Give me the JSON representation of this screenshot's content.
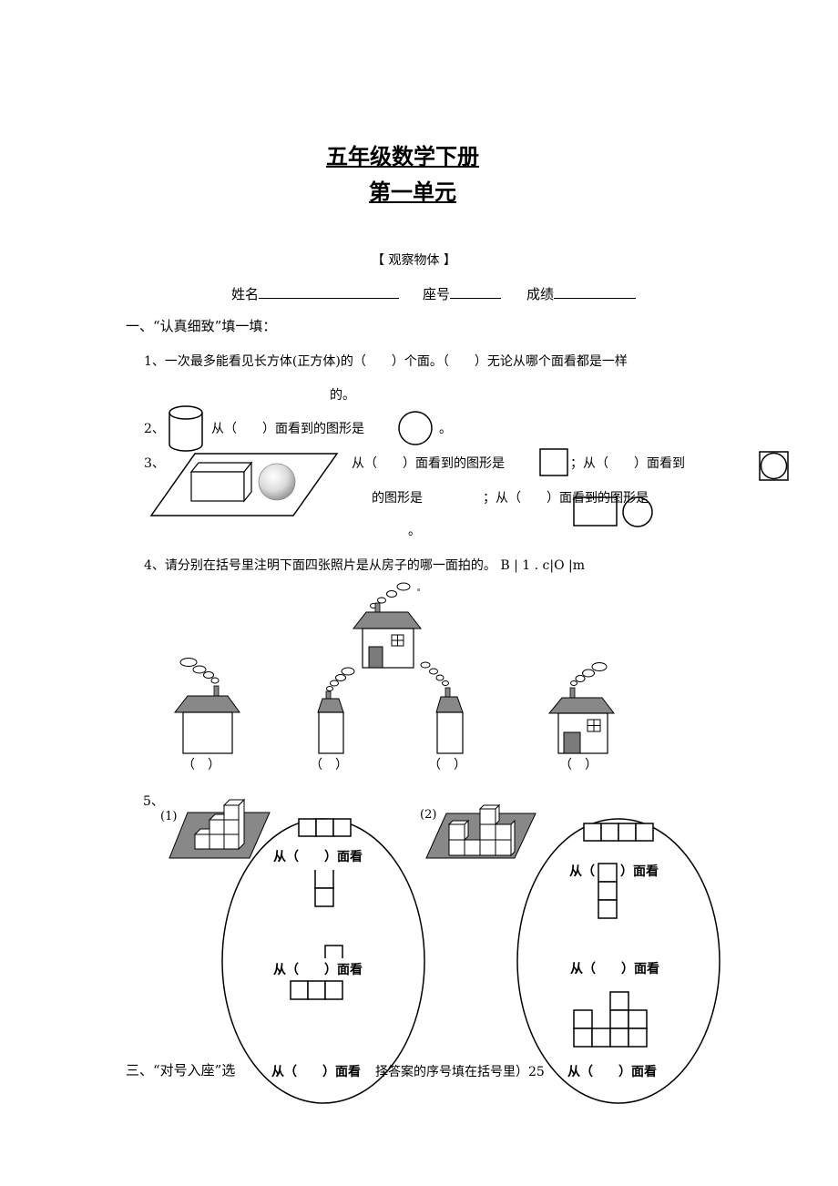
{
  "header": {
    "title": "五年级数学下册",
    "subtitle": "第一单元",
    "topic": "【  观察物体  】",
    "name_label": "姓名",
    "seat_label": "座号",
    "score_label": "成绩"
  },
  "section1": {
    "heading": "一、“认真细致”填一填：",
    "q1_line1": "1、一次最多能看见长方体(正方体)的（　　）个面。（　　）无论从哪个面看都是一样",
    "q1_line2": "的。",
    "q2_prefix": "2、",
    "q2_text": "从（　　）面看到的图形是",
    "q2_end": "。",
    "q3_prefix": "3、",
    "q3_line1a": "从（　　）面看到的图形是",
    "q3_line1b": "；从（　　）面看到",
    "q3_line2a": "的图形是",
    "q3_line2b": "；从（　　）面看到的图形是",
    "q3_line3": "。",
    "q4_text": "4、请分别在括号里注明下面四张照片是从房子的哪一面拍的。 B | 1 . c|O |m",
    "q4_parens": [
      "（　）",
      "（　）",
      "（　）",
      "（　）"
    ],
    "q5_prefix": "5、",
    "q5_part1_label": "(1)",
    "q5_part2_label": "(2)",
    "view_label": "从（　　）面看"
  },
  "section3": {
    "heading_a": "三、“对号入座”选",
    "heading_b": "择答案的序号填在括号里）25"
  }
}
